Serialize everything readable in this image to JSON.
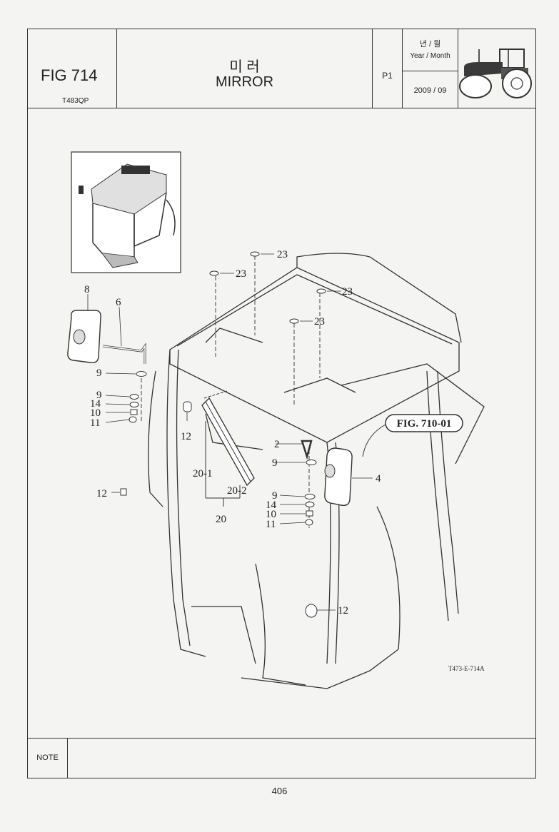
{
  "header": {
    "fig_number": "FIG 714",
    "model_code": "T483QP",
    "title_korean": "미 러",
    "title_english": "MIRROR",
    "page_code": "P1",
    "year_month_korean": "년 / 월",
    "year_month_english": "Year / Month",
    "year_month_value": "2009 / 09",
    "tractor_icon": "tractor-icon"
  },
  "drawing": {
    "figure_reference": "FIG. 710-01",
    "drawing_code": "T473-E-714A",
    "labels": {
      "p23a": "23",
      "p23b": "23",
      "p23c": "23",
      "p23d": "23",
      "p8": "8",
      "p6": "6",
      "p9a": "9",
      "p9b": "9",
      "p14a": "14",
      "p10a": "10",
      "p11a": "11",
      "p12a": "12",
      "p12b": "12",
      "p12c": "12",
      "p20_1": "20-1",
      "p20_2": "20-2",
      "p20": "20",
      "p2": "2",
      "p9c": "9",
      "p4": "4",
      "p9d": "9",
      "p14b": "14",
      "p10b": "10",
      "p11b": "11"
    }
  },
  "note": {
    "label": "NOTE",
    "text": ""
  },
  "footer": {
    "page_number": "406"
  }
}
